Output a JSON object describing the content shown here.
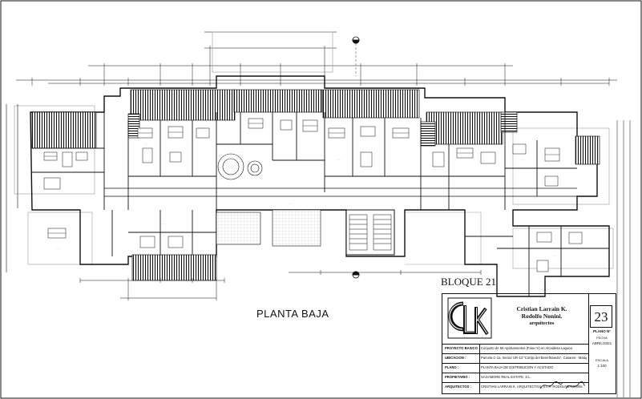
{
  "labels": {
    "plan_title": "PLANTA BAJA",
    "block_title": "BLOQUE 21"
  },
  "title_block": {
    "logo_text": "CLK",
    "architect_line1": "Cristian Larrain K.",
    "architect_line2": "Rodolfo Nonini.",
    "architect_line3": "arquitectos",
    "sheet_number": "23",
    "plano_label": "PLANO N°",
    "fecha_label": "FECHA",
    "fecha_value": "ABRIL/2021",
    "escala_label": "ESCALA",
    "escala_value": "1:100",
    "rows": [
      {
        "key": "PROYECTO BASICO",
        "value": "Conjunto de 59 Apartamentos (Fase IV) en Alcaidesa Laguna"
      },
      {
        "key": "UBICACION :",
        "value": "Parcela C-1a, Sector UR-13 \"Cortijo del Benefissiedo\", Casares - Málaga"
      },
      {
        "key": "PLANO :",
        "value": "PLANTA BAJA DE DISTRIBUCION Y ACOTADO"
      },
      {
        "key": "PROPIETARIO :",
        "value": "SAGAMORE REAL ESTATE, S.L."
      },
      {
        "key": "ARQUITECTOS :",
        "value": "CRISTIAN LARRAIN K. ARQUITECTOS, S.L.P. RODOLFO NONINI."
      }
    ]
  },
  "colors": {
    "line": "#111111",
    "hatch": "#222222",
    "light": "#9a9a9a",
    "paper": "#ffffff"
  }
}
